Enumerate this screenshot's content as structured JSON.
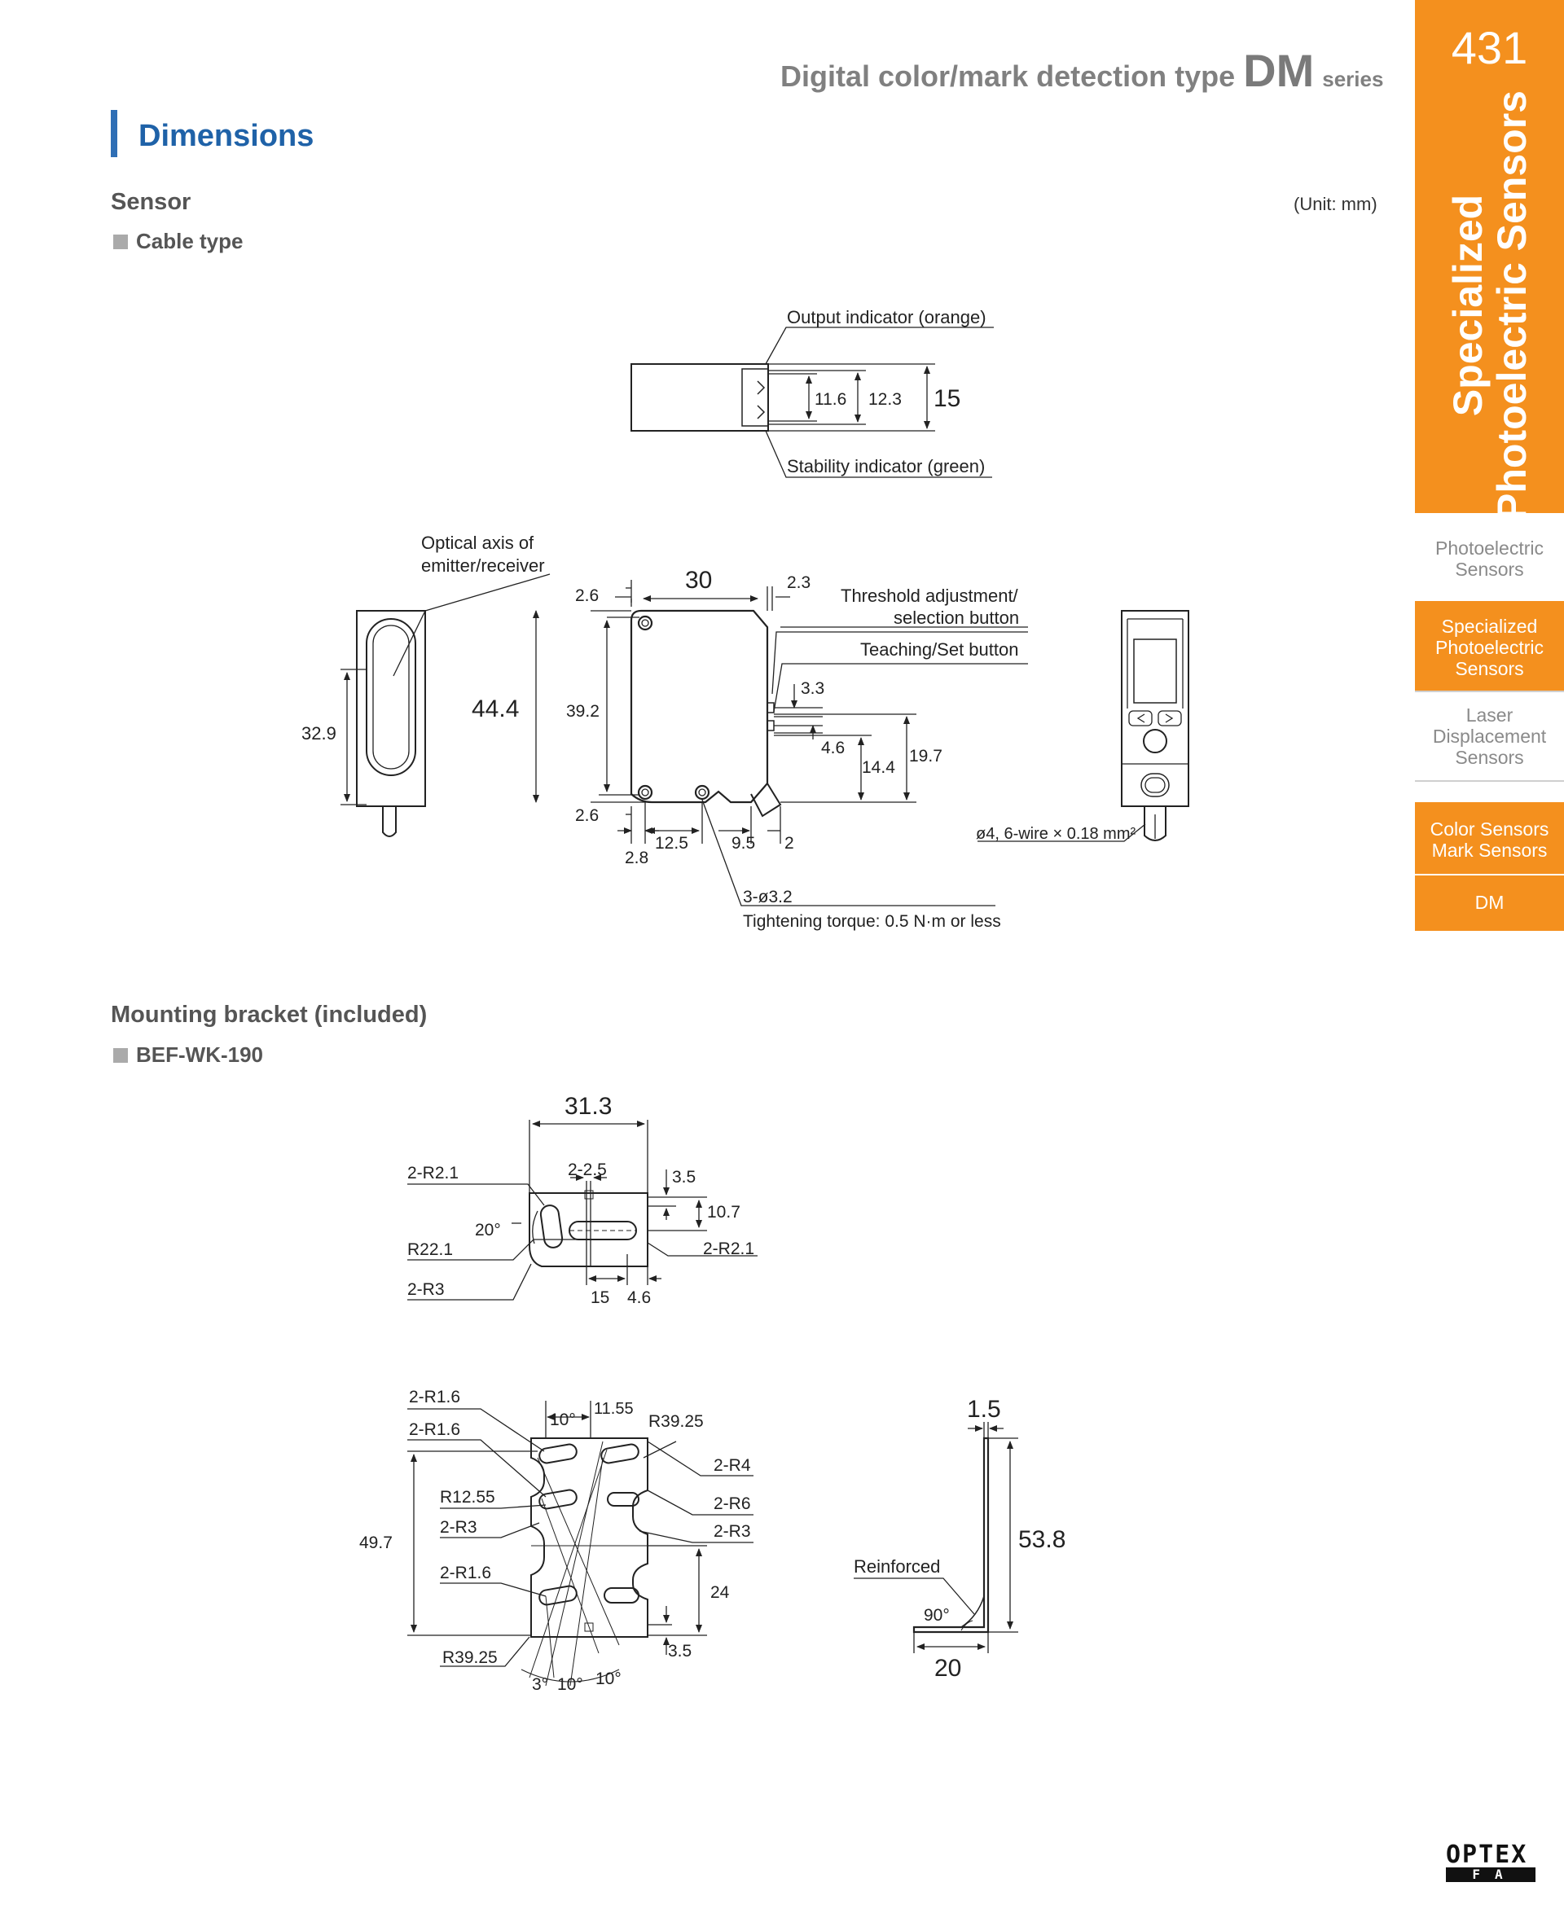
{
  "header": {
    "title_prefix": "Digital color/mark detection type",
    "title_series": "DM",
    "title_suffix": "series"
  },
  "section": {
    "title": "Dimensions",
    "unit": "(Unit: mm)"
  },
  "sensor": {
    "heading": "Sensor",
    "subheading": "Cable type",
    "labels": {
      "output_indicator": "Output indicator (orange)",
      "stability_indicator": "Stability indicator (green)",
      "optical_axis_1": "Optical axis of",
      "optical_axis_2": "emitter/receiver",
      "threshold_1": "Threshold adjustment/",
      "threshold_2": "selection button",
      "teaching": "Teaching/Set button",
      "cable": "ø4, 6-wire × 0.18 mm²",
      "holes": "3-ø3.2",
      "torque": "Tightening torque: 0.5 N·m or less"
    },
    "dims": {
      "d11_6": "11.6",
      "d12_3": "12.3",
      "d15": "15",
      "d30": "30",
      "d2_3": "2.3",
      "d2_6a": "2.6",
      "d44_4": "44.4",
      "d39_2": "39.2",
      "d2_6b": "2.6",
      "d32_9": "32.9",
      "d3_3": "3.3",
      "d4_6": "4.6",
      "d14_4": "14.4",
      "d19_7": "19.7",
      "d12_5": "12.5",
      "d2_8": "2.8",
      "d9_5": "9.5",
      "d2": "2"
    }
  },
  "bracket": {
    "heading": "Mounting bracket (included)",
    "subheading": "BEF-WK-190",
    "top_dims": {
      "d31_3": "31.3",
      "d2_2_5": "2-2.5",
      "d3_5": "3.5",
      "d10_7": "10.7",
      "r2_1a": "2-R2.1",
      "a20": "20°",
      "r22_1": "R22.1",
      "r2_1b": "2-R2.1",
      "r3": "2-R3",
      "d15": "15",
      "d4_6": "4.6"
    },
    "front_dims": {
      "r1_6a": "2-R1.6",
      "r1_6b": "2-R1.6",
      "a10a": "10°",
      "d11_55": "11.55",
      "r39_25a": "R39.25",
      "r4": "2-R4",
      "r12_55": "R12.55",
      "r6": "2-R6",
      "r3a": "2-R3",
      "r3b": "2-R3",
      "d49_7": "49.7",
      "r1_6c": "2-R1.6",
      "d24": "24",
      "r39_25b": "R39.25",
      "d3_5": "3.5",
      "a3": "3°",
      "a10b": "10°",
      "a10c": "10°"
    },
    "side_dims": {
      "d1_5": "1.5",
      "d53_8": "53.8",
      "reinforced": "Reinforced",
      "a90": "90°",
      "d20": "20"
    }
  },
  "sidebar": {
    "page_number": "431",
    "vertical_line1": "Specialized",
    "vertical_line2": "Photoelectric Sensors",
    "nav": [
      "Photoelectric Sensors",
      "Specialized Photoelectric Sensors",
      "Laser Displacement Sensors",
      "Color Sensors Mark Sensors",
      "DM"
    ]
  },
  "logo": {
    "line1": "OPTEX",
    "line2": "FA"
  },
  "colors": {
    "accent_orange": "#f4901e",
    "title_blue": "#1f62a8",
    "gray_text": "#808080"
  }
}
